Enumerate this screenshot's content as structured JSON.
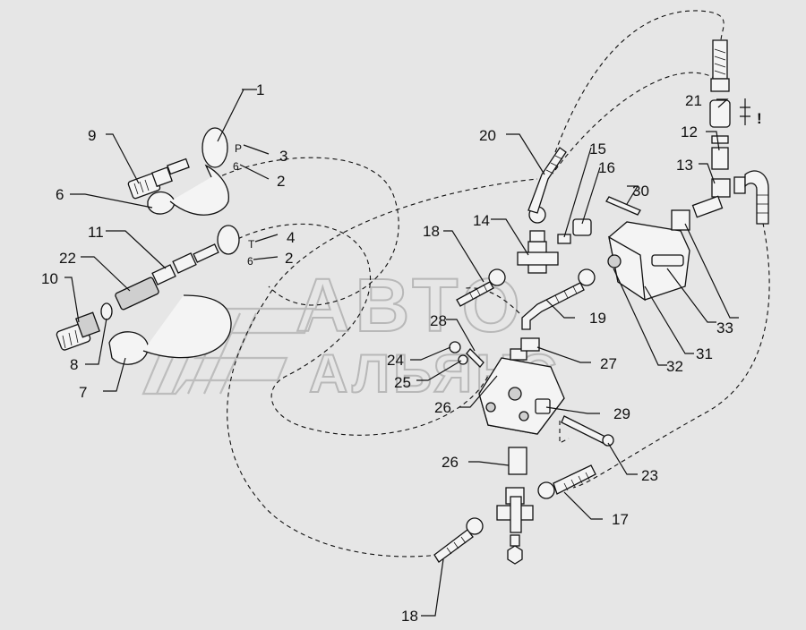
{
  "watermark": {
    "line1": "АВТО",
    "line2": "АЛЬЯНС"
  },
  "warning_mark": "!",
  "port_marks": {
    "p": "P",
    "t": "T",
    "six_a": "6",
    "six_b": "6"
  },
  "callouts": {
    "c1": "1",
    "c2a": "2",
    "c2b": "2",
    "c3": "3",
    "c4": "4",
    "c6": "6",
    "c7": "7",
    "c8": "8",
    "c9": "9",
    "c10": "10",
    "c11": "11",
    "c12": "12",
    "c13": "13",
    "c14": "14",
    "c15": "15",
    "c16": "16",
    "c17": "17",
    "c18a": "18",
    "c18b": "18",
    "c19": "19",
    "c20": "20",
    "c21": "21",
    "c22": "22",
    "c23": "23",
    "c24": "24",
    "c25": "25",
    "c26a": "26",
    "c26b": "26",
    "c27": "27",
    "c28": "28",
    "c29": "29",
    "c30": "30",
    "c31": "31",
    "c32": "32",
    "c33": "33"
  }
}
